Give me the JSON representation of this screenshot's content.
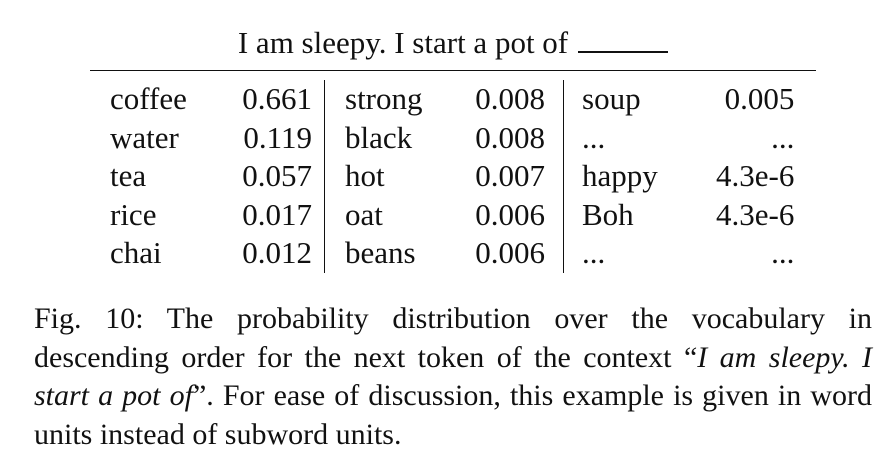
{
  "table": {
    "title": "I am sleepy. I start a pot of",
    "rows": [
      [
        {
          "w": "coffee",
          "p": "0.661"
        },
        {
          "w": "strong",
          "p": "0.008"
        },
        {
          "w": "soup",
          "p": "0.005"
        }
      ],
      [
        {
          "w": "water",
          "p": "0.119"
        },
        {
          "w": "black",
          "p": "0.008"
        },
        {
          "w": "...",
          "p": "..."
        }
      ],
      [
        {
          "w": "tea",
          "p": "0.057"
        },
        {
          "w": "hot",
          "p": "0.007"
        },
        {
          "w": "happy",
          "p": "4.3e-6"
        }
      ],
      [
        {
          "w": "rice",
          "p": "0.017"
        },
        {
          "w": "oat",
          "p": "0.006"
        },
        {
          "w": "Boh",
          "p": "4.3e-6"
        }
      ],
      [
        {
          "w": "chai",
          "p": "0.012"
        },
        {
          "w": "beans",
          "p": "0.006"
        },
        {
          "w": "...",
          "p": "..."
        }
      ]
    ]
  },
  "caption": {
    "part1": "Fig. 10: The probability distribution over the vocabulary in descending order for the next token of the context “",
    "italic": "I am sleepy. I start a pot of",
    "part2": "”. For ease of discussion, this example is given in word units instead of subword units."
  }
}
